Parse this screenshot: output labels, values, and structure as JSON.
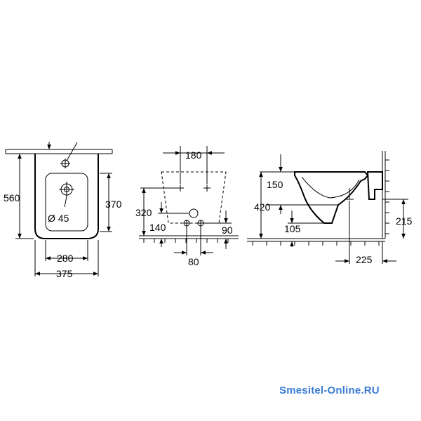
{
  "front_view": {
    "height": "560",
    "basin_height": "370",
    "hole_diameter": "Ø 45",
    "basin_width": "280",
    "total_width": "375"
  },
  "rear_view": {
    "hole_spacing": "180",
    "mount_height": "320",
    "pipe_height": "140",
    "pipe_offset": "90",
    "pipe_spacing": "80"
  },
  "side_view": {
    "rim_drop": "150",
    "rim_height": "420",
    "drain_height": "105",
    "drain_to_floor": "215",
    "drain_to_wall": "225"
  },
  "watermark": "Smesitel-Online.RU"
}
